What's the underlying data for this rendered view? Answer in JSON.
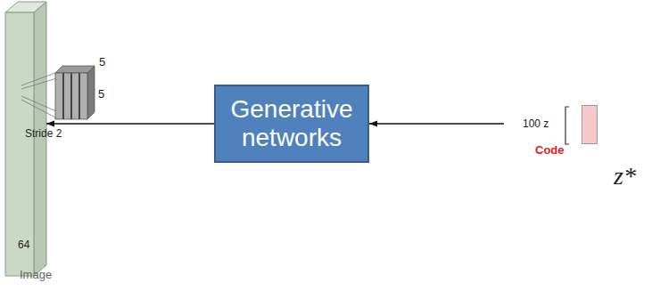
{
  "diagram": {
    "nodes": [
      {
        "text": [
          "Image"
        ]
      },
      {
        "text": [
          "Generative networks"
        ]
      },
      {
        "text": [
          "Code"
        ]
      }
    ],
    "edges": [
      {
        "from": 1,
        "to": 0,
        "arrow": "to"
      },
      {
        "from": 2,
        "to": 1,
        "arrow": "to"
      }
    ],
    "labels": [
      "5",
      "5",
      "Stride 2",
      "64",
      "100 z",
      "z*"
    ]
  }
}
